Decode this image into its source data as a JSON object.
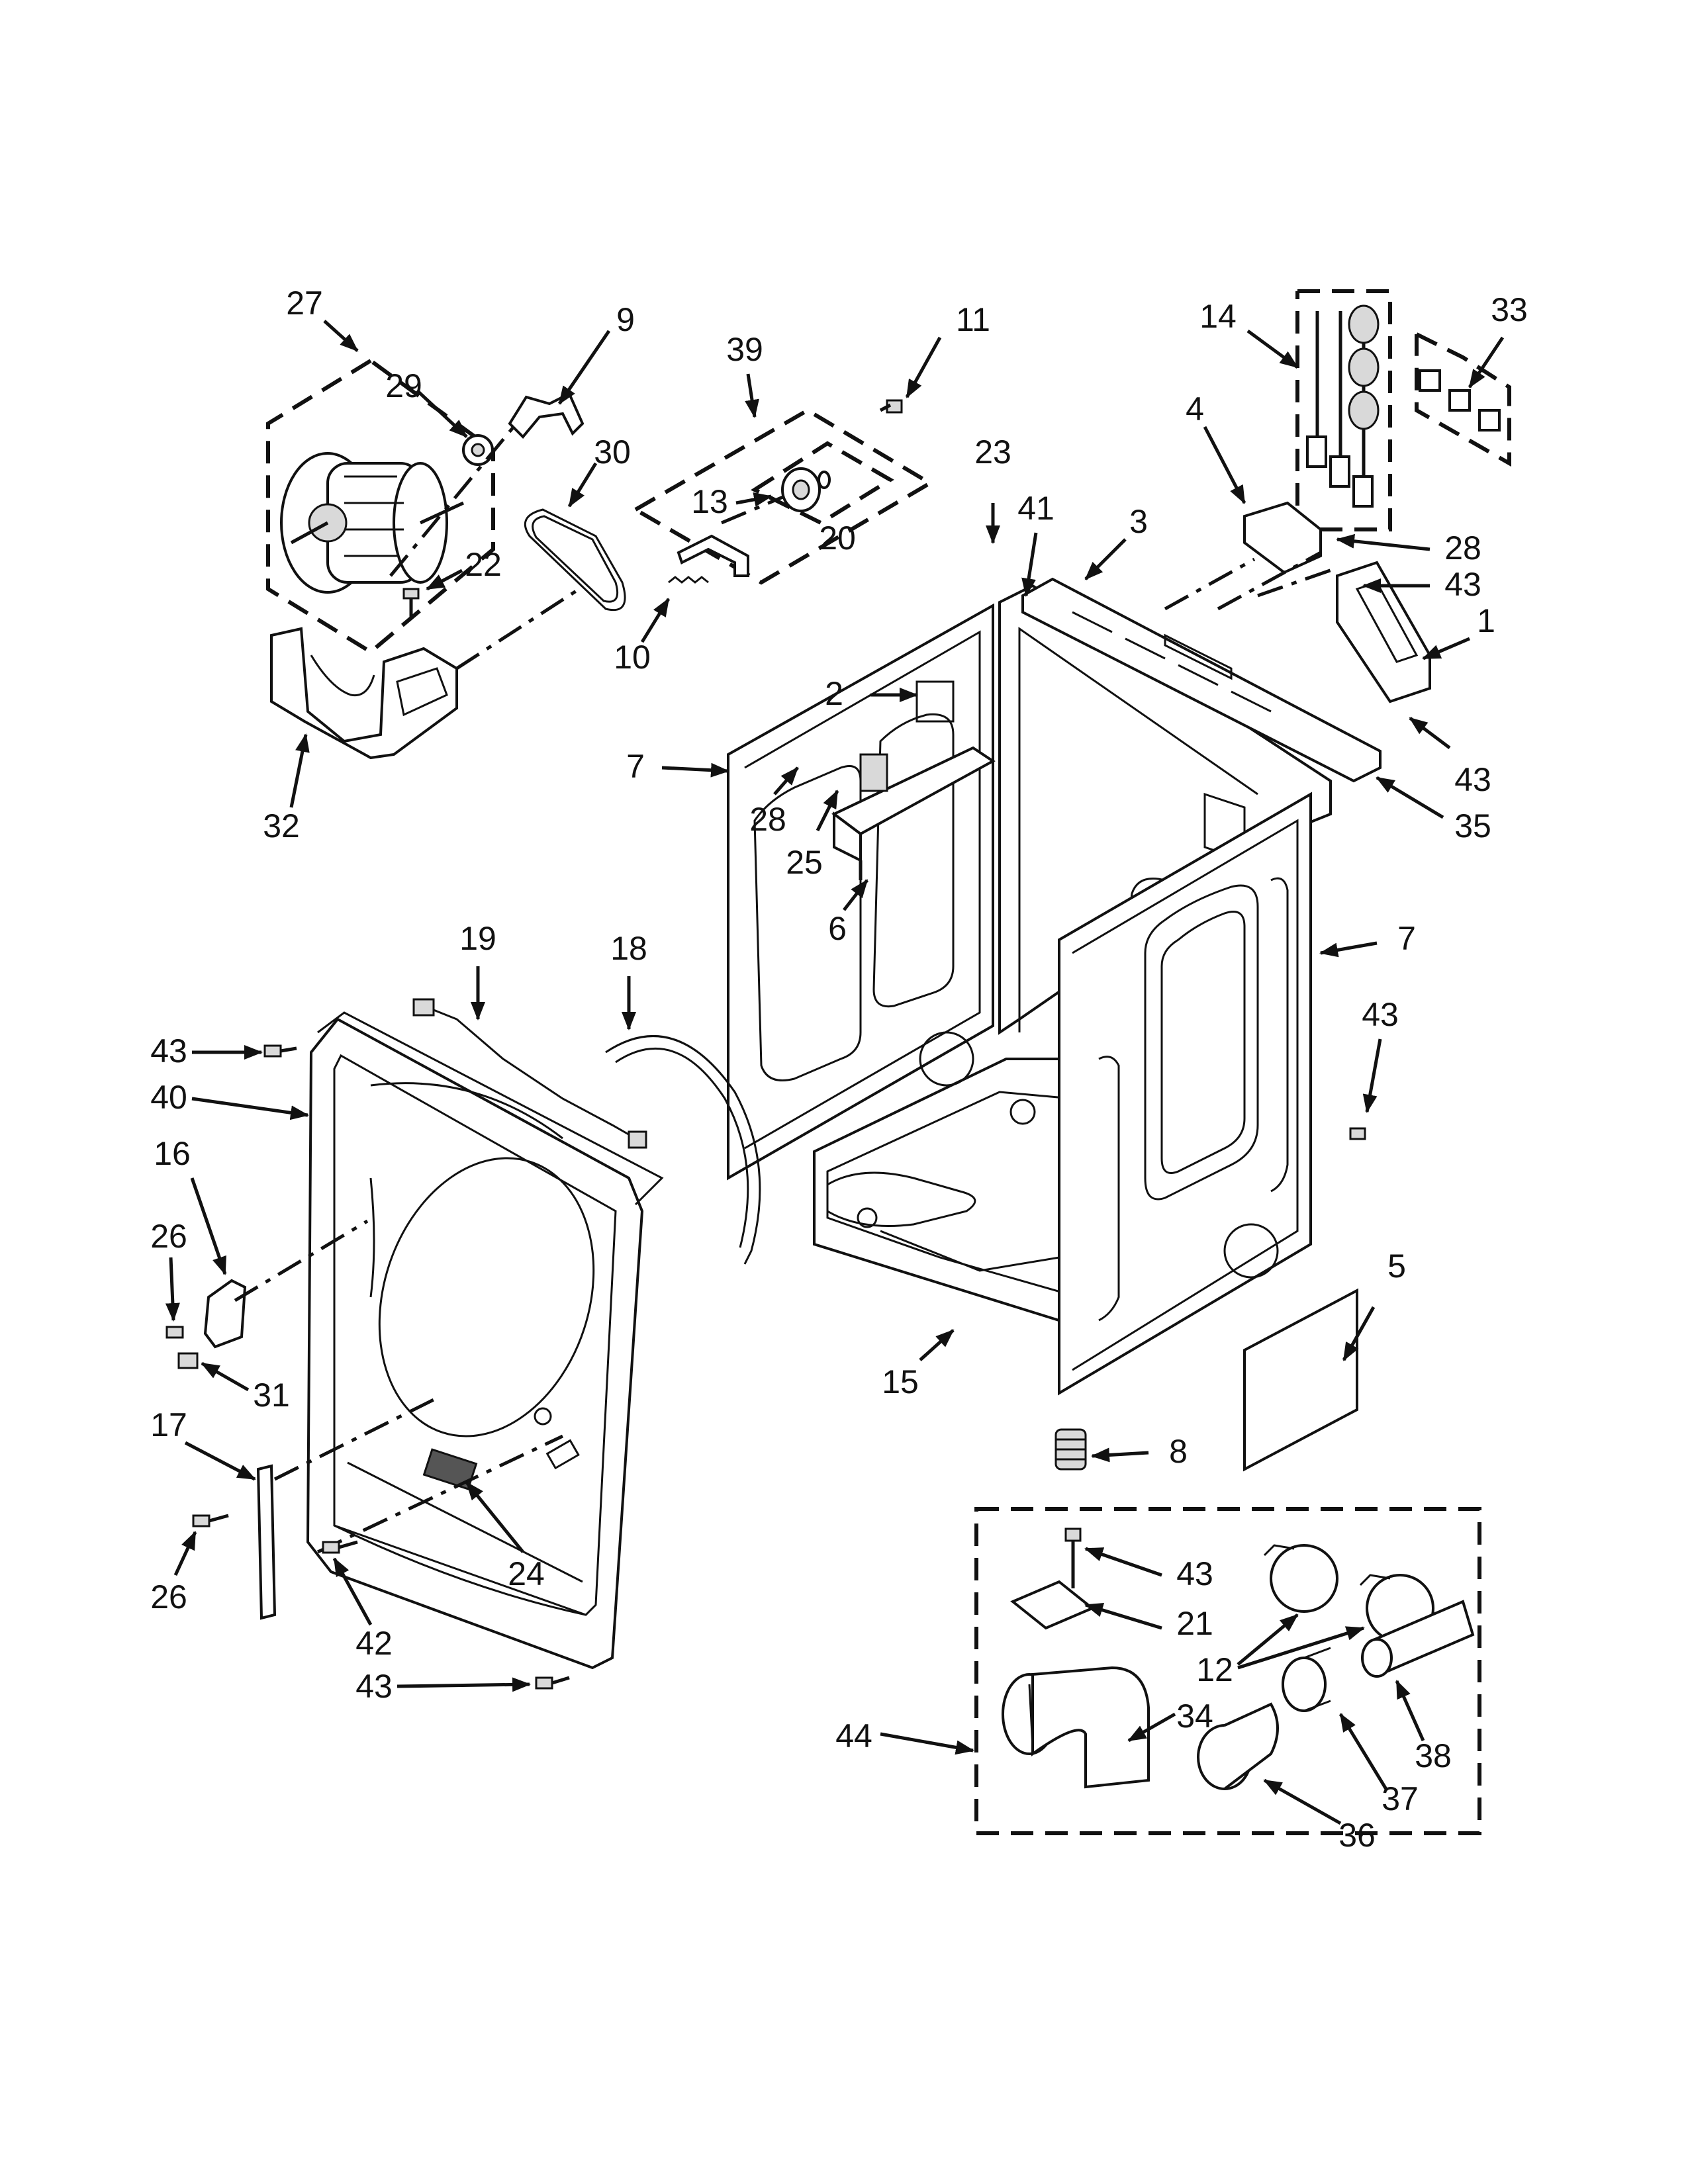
{
  "diagram": {
    "callouts": {
      "c1": "1",
      "c2": "2",
      "c3": "3",
      "c4": "4",
      "c5": "5",
      "c6": "6",
      "c7a": "7",
      "c7b": "7",
      "c8": "8",
      "c9": "9",
      "c10": "10",
      "c11": "11",
      "c12": "12",
      "c13": "13",
      "c14": "14",
      "c15": "15",
      "c16": "16",
      "c17": "17",
      "c18": "18",
      "c19": "19",
      "c20": "20",
      "c21": "21",
      "c22": "22",
      "c23": "23",
      "c24": "24",
      "c25": "25",
      "c26a": "26",
      "c26b": "26",
      "c27": "27",
      "c28a": "28",
      "c28b": "28",
      "c29": "29",
      "c30": "30",
      "c31": "31",
      "c32": "32",
      "c33": "33",
      "c34": "34",
      "c35": "35",
      "c36": "36",
      "c37": "37",
      "c38": "38",
      "c39": "39",
      "c40": "40",
      "c41": "41",
      "c42": "42",
      "c43a": "43",
      "c43b": "43",
      "c43c": "43",
      "c43d": "43",
      "c43e": "43",
      "c43f": "43",
      "c44": "44"
    }
  }
}
